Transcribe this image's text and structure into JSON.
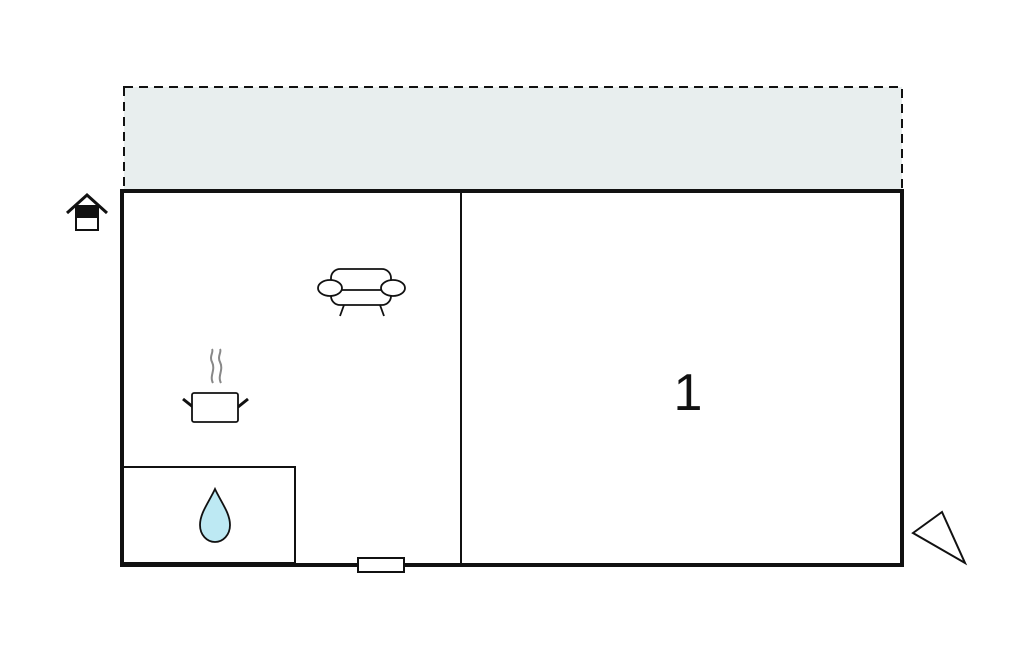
{
  "floorplan": {
    "rooms": [
      {
        "id": "living-kitchen",
        "features": [
          "sofa-icon",
          "cooking-pot-icon"
        ]
      },
      {
        "id": "bathroom",
        "features": [
          "water-drop-icon"
        ]
      },
      {
        "id": "bedroom",
        "number": "1"
      }
    ],
    "terrace": {
      "style": "dashed-outline"
    },
    "markers": [
      "entrance-house-icon",
      "orientation-triangle-icon",
      "door-marker"
    ],
    "colors": {
      "wall": "#111111",
      "terrace_fill": "#e8eeee",
      "water": "#bde9f3",
      "steam": "#888888",
      "background": "#ffffff"
    }
  }
}
